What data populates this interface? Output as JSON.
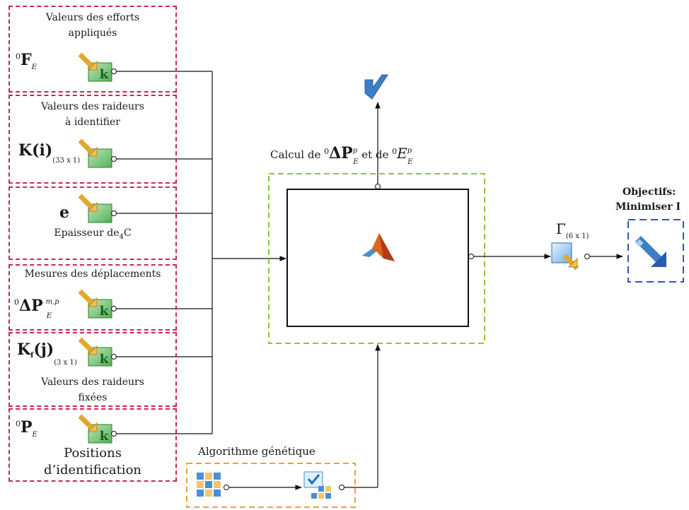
{
  "diagram": {
    "inputs": [
      {
        "caption": "Valeurs des efforts\nappliqués",
        "symbol": "F",
        "sup": "0",
        "sub": "E"
      },
      {
        "caption": "Valeurs des raideurs\nà identifier",
        "symbol": "K(i)",
        "sub": "(33 x 1)"
      },
      {
        "caption": "Epaisseur de",
        "caption_sub": "4",
        "caption_end": "C",
        "symbol": "e"
      },
      {
        "caption": "Mesures des déplacements",
        "symbol": "ΔP",
        "sup": "0",
        "sub": "E",
        "sup2": "m,p"
      },
      {
        "caption": "Valeurs des raideurs\nfixées",
        "symbol": "K",
        "symbol_sub": "f",
        "symbol_end": "(j)",
        "sub": "(3 x 1)"
      },
      {
        "caption": "Positions\nd’identification",
        "symbol": "P",
        "sup": "0",
        "sub": "E"
      }
    ],
    "calc_label_prefix": "Calcul de ",
    "calc_label_sym1": "ΔP",
    "calc_label_sup1": "0",
    "calc_label_sub1": "E",
    "calc_label_sup1b": "p",
    "calc_label_mid": " et de ",
    "calc_label_sup2": "0",
    "calc_label_sym2": "E",
    "calc_label_sub2": "E",
    "calc_label_sup2b": "p",
    "output_symbol": "Γ",
    "output_sub": "(6 x 1)",
    "objectives_title": "Objectifs:",
    "objectives_text": "Minimiser I",
    "ga_label": "Algorithme génétique",
    "colors": {
      "red": "#c8294f",
      "green": "#8cc63f",
      "orange": "#f0a030",
      "blue": "#2a5ca8"
    }
  }
}
